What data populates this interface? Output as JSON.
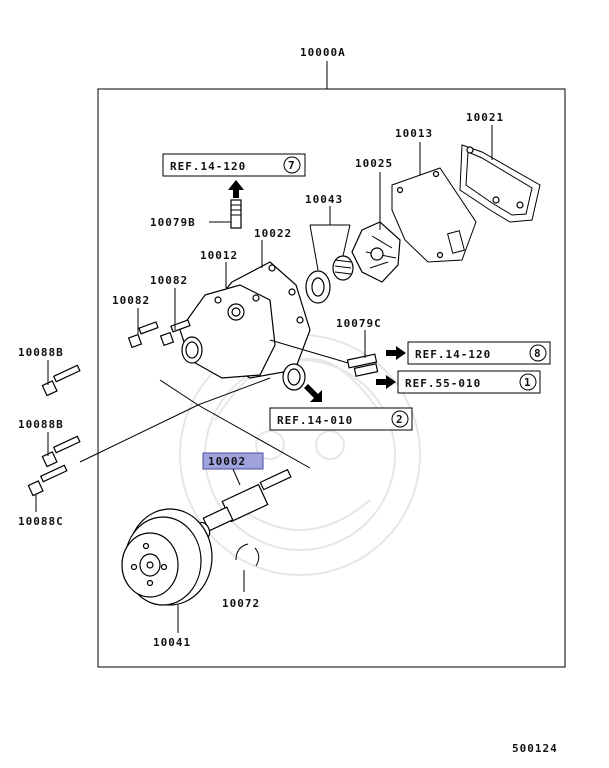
{
  "assembly_label": "10000A",
  "diagram_code": "500124",
  "highlight_color": "#9fa2dd",
  "parts": {
    "p10021": "10021",
    "p10013": "10013",
    "p10025": "10025",
    "p10043": "10043",
    "p10079B": "10079B",
    "p10022": "10022",
    "p10012": "10012",
    "p10082_a": "10082",
    "p10082_b": "10082",
    "p10079C": "10079C",
    "p10088B_a": "10088B",
    "p10088B_b": "10088B",
    "p10088C": "10088C",
    "p10002": "10002",
    "p10072": "10072",
    "p10041": "10041"
  },
  "references": {
    "ref1": {
      "text": "REF.14-120",
      "num": "7"
    },
    "ref2": {
      "text": "REF.14-120",
      "num": "8"
    },
    "ref3": {
      "text": "REF.55-010",
      "num": "1"
    },
    "ref4": {
      "text": "REF.14-010",
      "num": "2"
    }
  }
}
